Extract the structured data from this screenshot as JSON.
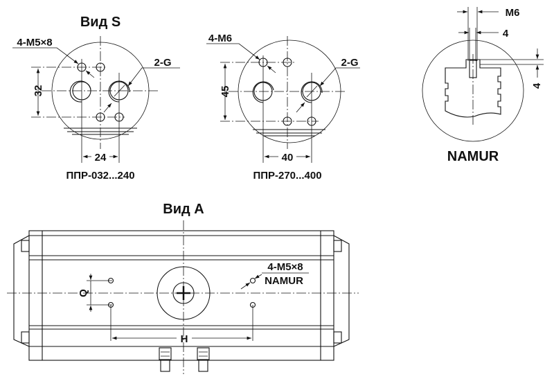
{
  "view_s": {
    "title": "Вид S",
    "left": {
      "thread_label": "4-M5×8",
      "port_label": "2-G",
      "dim_vertical": "32",
      "dim_horizontal": "24",
      "model_range": "ППР-032...240"
    },
    "right": {
      "thread_label": "4-M6",
      "port_label": "2-G",
      "dim_vertical": "45",
      "dim_horizontal": "40",
      "model_range": "ППР-270...400"
    }
  },
  "namur_detail": {
    "thread": "M6",
    "width_dim": "4",
    "depth_dim": "4",
    "title": "NAMUR"
  },
  "view_a": {
    "title": "Вид A",
    "thread_label": "4-M5×8",
    "standard_label": "NAMUR",
    "dim_spacing": "Q",
    "dim_length": "H"
  }
}
